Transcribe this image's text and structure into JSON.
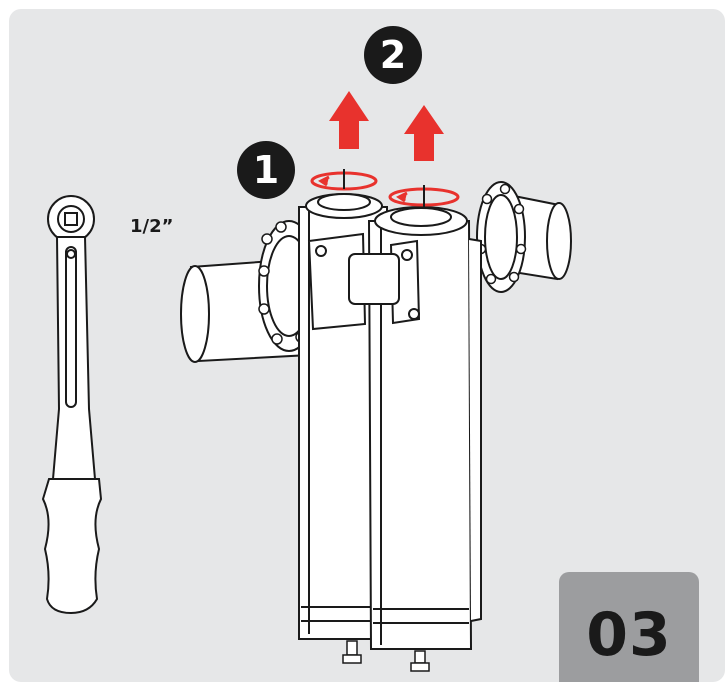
{
  "tool": {
    "size_label": "1/2”"
  },
  "sequence": {
    "first": "1",
    "second": "2"
  },
  "step": {
    "number": "03"
  },
  "colors": {
    "panel": "#e6e7e8",
    "badge": "#9c9d9f",
    "arrow": "#e8322d",
    "ink": "#1a1a1a"
  }
}
